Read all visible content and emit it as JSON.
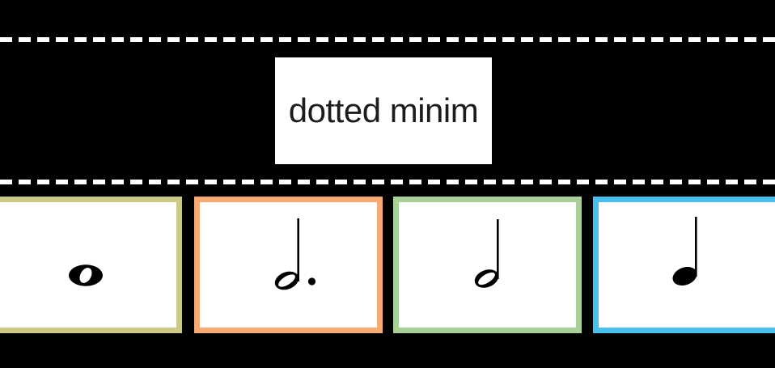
{
  "prompt": {
    "label": "dotted minim"
  },
  "cards": [
    {
      "id": "semibreve",
      "icon": "semibreve-note-icon",
      "border_color": "#cdc985"
    },
    {
      "id": "dotted-minim",
      "icon": "dotted-minim-note-icon",
      "border_color": "#f7aa71"
    },
    {
      "id": "minim",
      "icon": "minim-note-icon",
      "border_color": "#a9d097"
    },
    {
      "id": "crotchet",
      "icon": "crotchet-note-icon",
      "border_color": "#49bfef"
    }
  ],
  "colors": {
    "background": "#000000",
    "divider_dashes": "#ffffff",
    "card_background": "#ffffff",
    "prompt_background": "#ffffff",
    "prompt_text": "#1c1c1c",
    "note_glyph": "#000000"
  }
}
